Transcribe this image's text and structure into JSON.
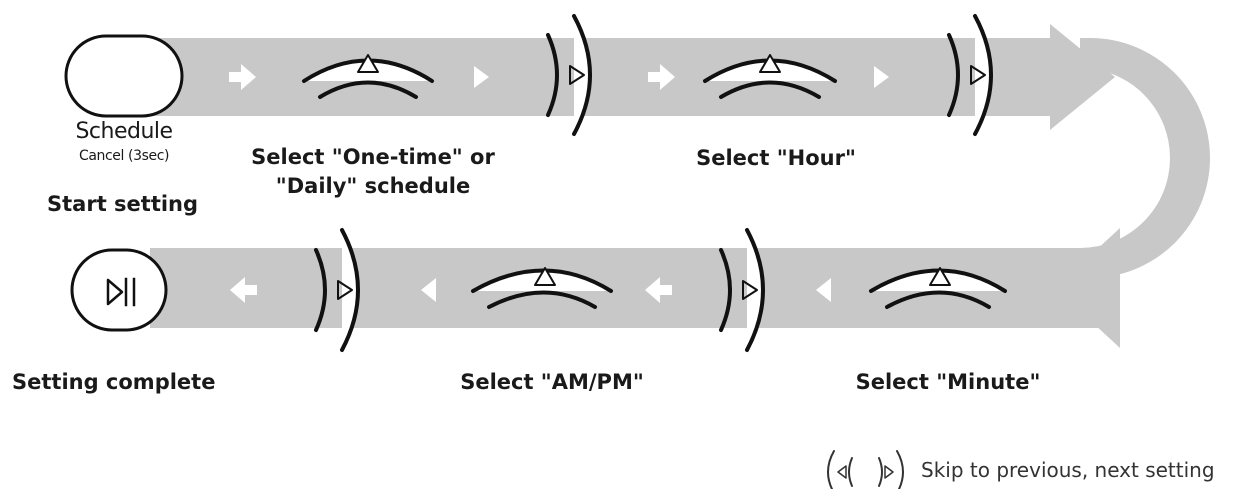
{
  "steps": {
    "schedule": {
      "button_label": "Schedule",
      "sub_label": "Cancel (3sec)",
      "caption": "Start setting"
    },
    "select_type": {
      "line1": "Select \"One-time\" or",
      "line2": "\"Daily\" schedule"
    },
    "select_hour": {
      "label": "Select \"Hour\""
    },
    "select_minute": {
      "label": "Select \"Minute\""
    },
    "select_ampm": {
      "label": "Select \"AM/PM\""
    },
    "complete": {
      "label": "Setting complete"
    }
  },
  "legend": {
    "text": "Skip to previous, next setting"
  },
  "colors": {
    "band": "#c8c8c8",
    "arrow": "#ffffff",
    "stroke": "#111111"
  }
}
